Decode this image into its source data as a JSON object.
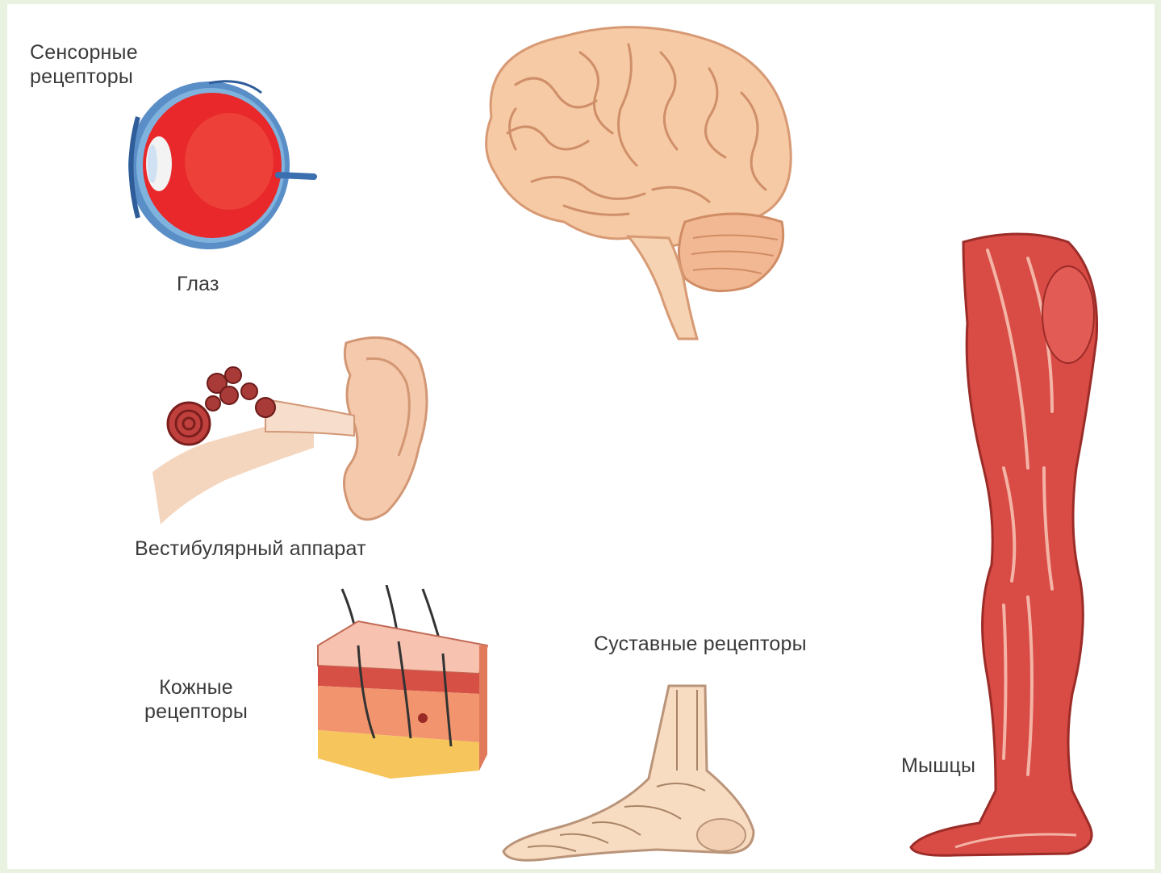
{
  "labels": {
    "sensory_receptors_line1": "Сенсорные",
    "sensory_receptors_line2": "рецепторы",
    "eye": "Глаз",
    "vestibular": "Вестибулярный аппарат",
    "skin_line1": "Кожные",
    "skin_line2": "рецепторы",
    "joint": "Суставные рецепторы",
    "muscles": "Мышцы"
  },
  "icons": {
    "eye": "eye-icon",
    "brain": "brain-icon",
    "ear": "ear-icon",
    "skin": "skin-block-icon",
    "foot": "foot-icon",
    "leg": "leg-muscles-icon"
  },
  "colors": {
    "background": "#e9f1e0",
    "canvas": "#ffffff",
    "brain": "#f6caa4",
    "muscle": "#d94b45",
    "eye": "#e8282a",
    "skin": "#ee8e6b",
    "label": "#3a3a3a"
  }
}
